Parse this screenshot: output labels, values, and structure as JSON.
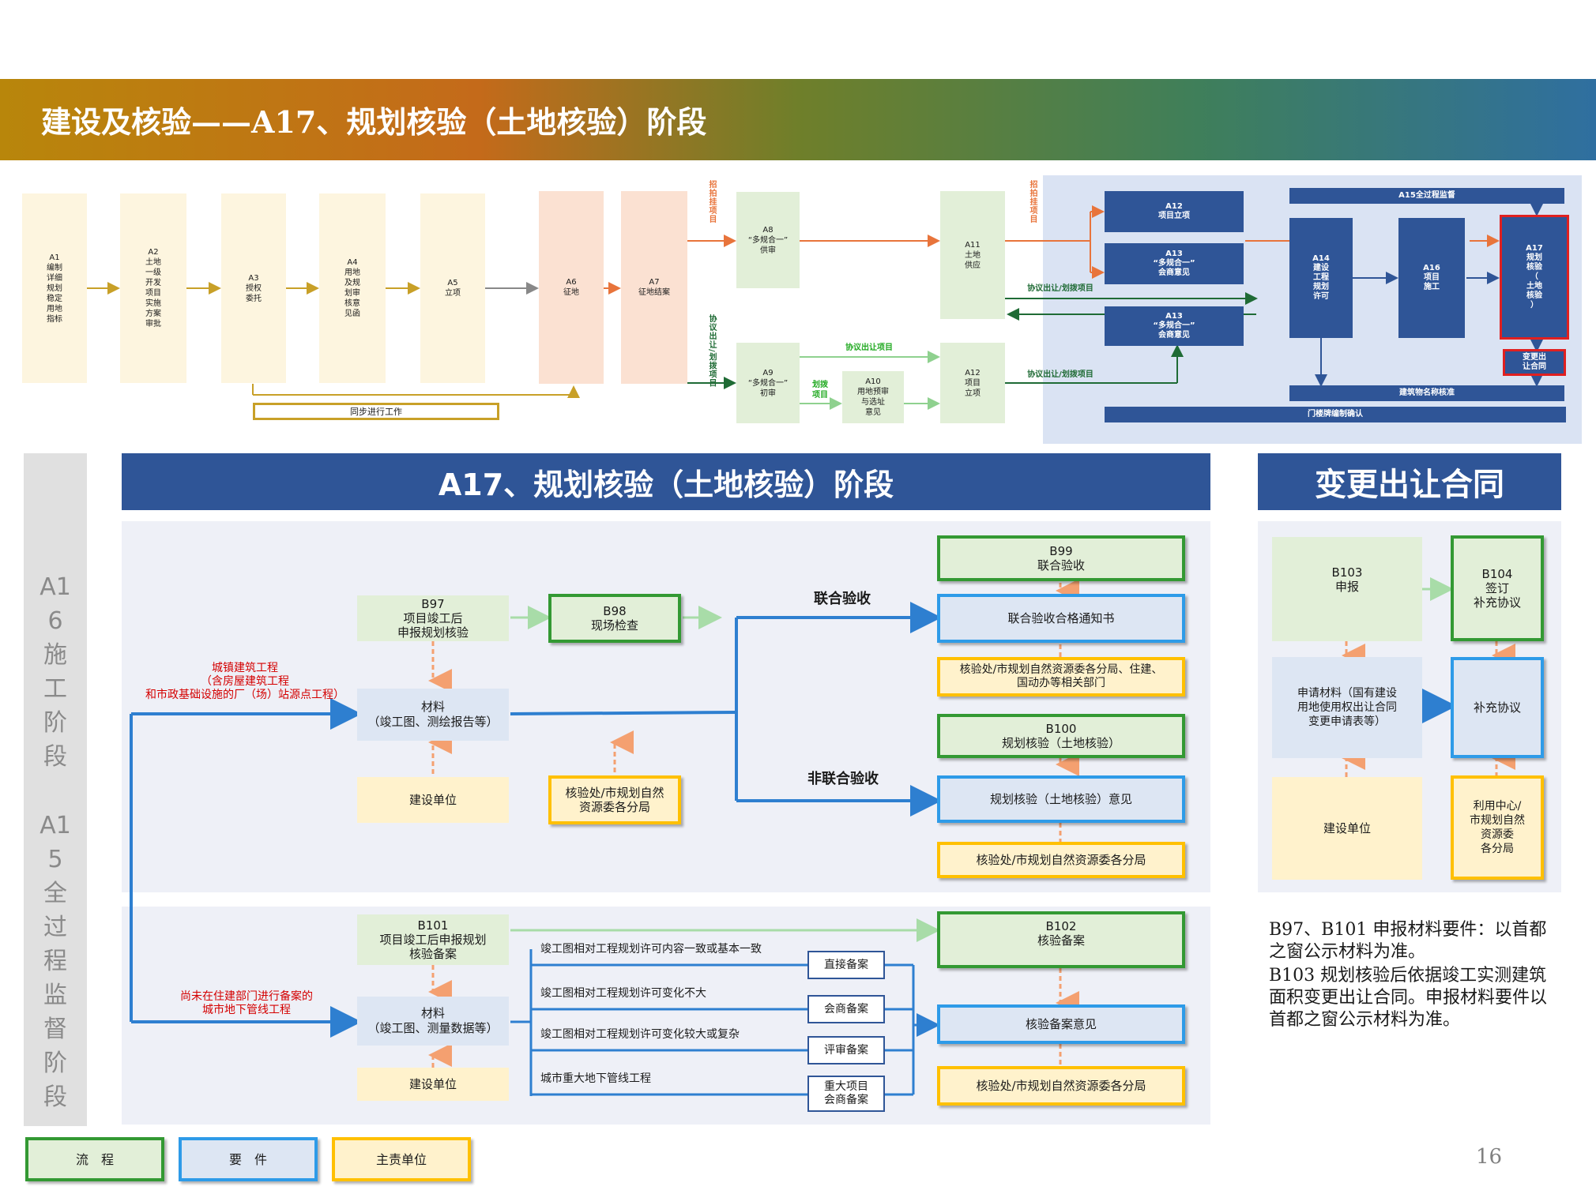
{
  "banner_title": "建设及核验——A17、规划核验（土地核验）阶段",
  "overview": {
    "a1": "A1\n编制\n详细\n规划\n稳定\n用地\n指标",
    "a2": "A2\n土地\n一级\n开发\n项目\n实施\n方案\n审批",
    "a3": "A3\n授权\n委托",
    "a4": "A4\n用地\n及规\n划审\n核意\n见函",
    "a5": "A5\n立项",
    "a6": "A6\n征地",
    "a7": "A7\n征地结案",
    "a8": "A8\n“多规合一”\n供审",
    "a9": "A9\n“多规合一”\n初审",
    "a10": "A10\n用地预审\n与选址\n意见",
    "a11": "A11\n土地\n供应",
    "a12_left": "A12\n项目\n立项",
    "a12_right": "A12\n项目立项",
    "a13_top": "A13\n“多规合一”\n会商意见",
    "a13_bottom": "A13\n“多规合一”\n会商意见",
    "a14": "A14\n建设\n工程\n规划\n许可",
    "a15": "A15全过程监督",
    "a16": "A16\n项目\n施工",
    "a17": "A17\n规划\n核验\n（\n土地\n核验\n）",
    "change": "变更出\n让合同",
    "building_name": "建筑物名称核准",
    "door_plate": "门楼牌编制确认",
    "sync_work": "同步进行工作",
    "zhaopai_1": "招拍挂项目",
    "zhaopai_2": "招拍挂项目",
    "xieyi_vertical": "协议出让/划拨项目",
    "huabo": "划拨\n项目",
    "xieyi_transfer": "协议出让项目",
    "xieyi_line1": "协议出让/划拨项目",
    "xieyi_line2": "协议出让/划拨项目"
  },
  "side_stage": {
    "a16": "A16施工阶段",
    "a15": "A15全过程监督阶段"
  },
  "main_header": "A17、规划核验（土地核验）阶段",
  "right_header": "变更出让合同",
  "upper": {
    "b97": "B97\n项目竣工后\n申报规划核验",
    "b98": "B98\n现场检查",
    "materials": "材料\n（竣工图、测绘报告等）",
    "builder": "建设单位",
    "dept": "核验处/市规划自然\n资源委各分局",
    "red_label": "城镇建筑工程\n（含房屋建筑工程\n和市政基础设施的厂（场）站源点工程）",
    "joint": "联合验收",
    "nonjoint": "非联合验收",
    "b99": "B99\n联合验收",
    "joint_notice": "联合验收合格通知书",
    "joint_dept": "核验处/市规划自然资源委各分局、住建、\n国动办等相关部门",
    "b100": "B100\n规划核验（土地核验）",
    "opinion": "规划核验（土地核验）意见",
    "opinion_dept": "核验处/市规划自然资源委各分局"
  },
  "lower": {
    "b101": "B101\n项目竣工后申报规划\n核验备案",
    "materials": "材料\n（竣工图、测量数据等）",
    "builder": "建设单位",
    "red_label": "尚未在住建部门进行备案的\n城市地下管线工程",
    "cond1": "竣工图相对工程规划许可内容一致或基本一致",
    "cond2": "竣工图相对工程规划许可变化不大",
    "cond3": "竣工图相对工程规划许可变化较大或复杂",
    "cond4": "城市重大地下管线工程",
    "r1": "直接备案",
    "r2": "会商备案",
    "r3": "评审备案",
    "r4": "重大项目\n会商备案",
    "b102": "B102\n核验备案",
    "record_opinion": "核验备案意见",
    "record_dept": "核验处/市规划自然资源委各分局"
  },
  "right": {
    "b103": "B103\n申报",
    "b104": "B104\n签订\n补充协议",
    "materials": "申请材料（国有建设\n用地使用权出让合同\n变更申请表等）",
    "supplement": "补充协议",
    "builder": "建设单位",
    "center": "利用中心/\n市规划自然\n资源委\n各分局"
  },
  "notes": {
    "n1": "B97、B101 申报材料要件：以首都之窗公示材料为准。",
    "n2": "B103 规划核验后依据竣工实测建筑面积变更出让合同。申报材料要件以首都之窗公示材料为准。"
  },
  "legend": {
    "process": "流　程",
    "doc": "要　件",
    "unit": "主责单位"
  },
  "page_number": "16"
}
